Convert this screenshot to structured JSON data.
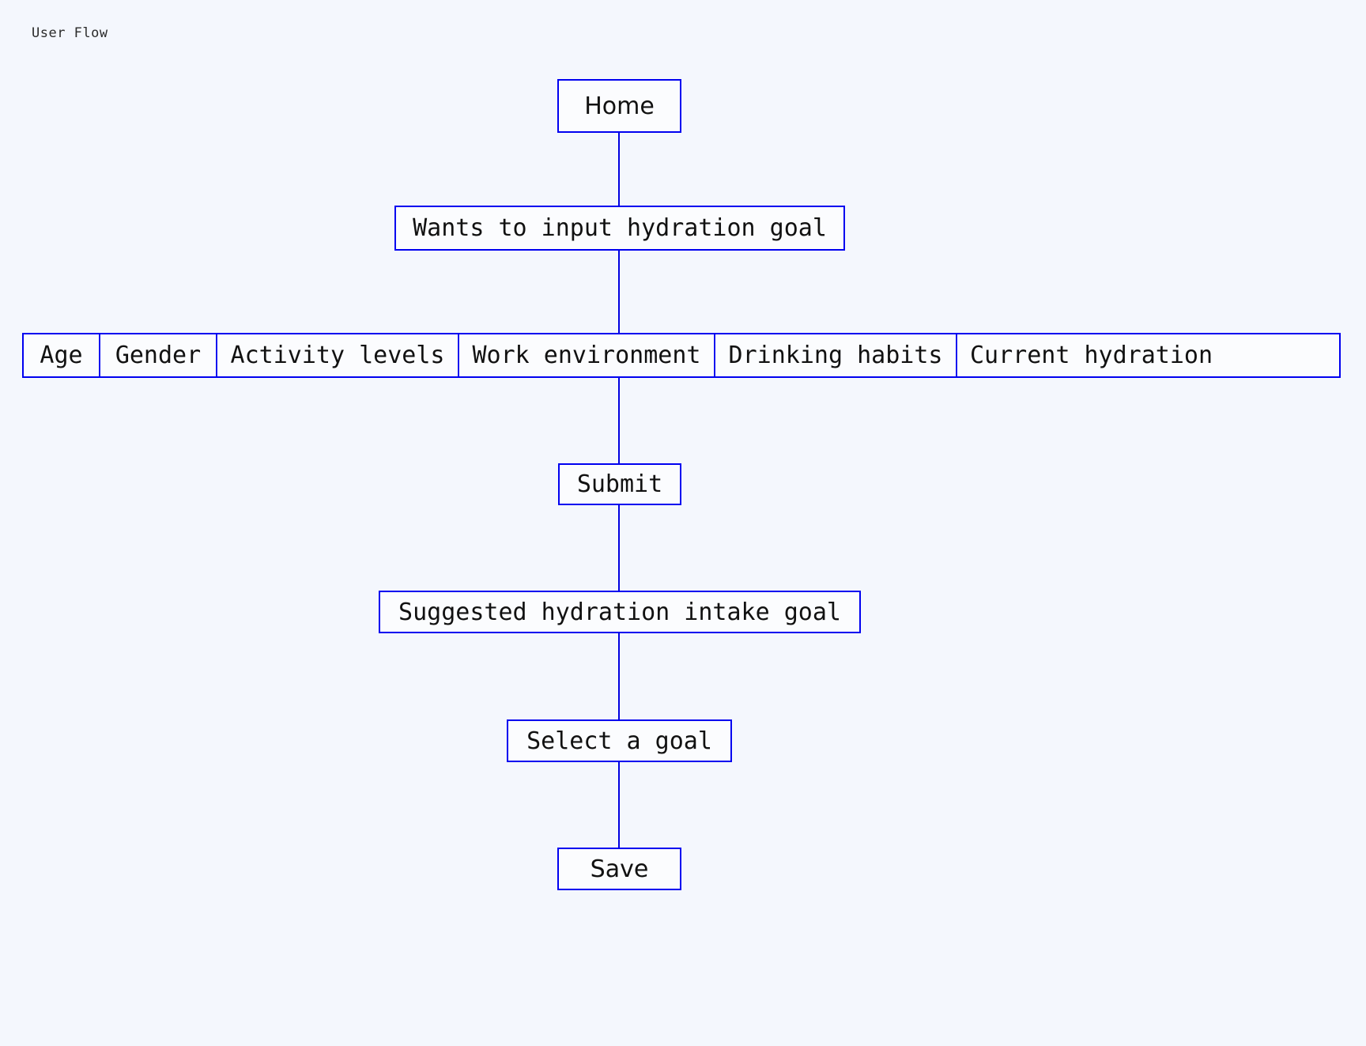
{
  "diagram": {
    "title": "User Flow",
    "background_color": "#f4f7fd",
    "node_border_color": "#0000f0",
    "node_fill_color": "#fbfcfe",
    "edge_color": "#0000e0",
    "text_color": "#111111"
  },
  "nodes": {
    "home": {
      "label": "Home"
    },
    "wants": {
      "label": "Wants to input hydration goal"
    },
    "record": {
      "cells": [
        {
          "label": "Age"
        },
        {
          "label": "Gender"
        },
        {
          "label": "Activity levels"
        },
        {
          "label": "Work environment"
        },
        {
          "label": "Drinking habits"
        },
        {
          "label": "Current hydration"
        }
      ]
    },
    "submit": {
      "label": "Submit"
    },
    "suggested": {
      "label": "Suggested hydration intake goal"
    },
    "select": {
      "label": "Select a goal"
    },
    "save": {
      "label": "Save"
    }
  },
  "edges": [
    {
      "from": "home",
      "to": "wants"
    },
    {
      "from": "wants",
      "to": "record"
    },
    {
      "from": "record",
      "to": "submit"
    },
    {
      "from": "submit",
      "to": "suggested"
    },
    {
      "from": "suggested",
      "to": "select"
    },
    {
      "from": "select",
      "to": "save"
    }
  ]
}
